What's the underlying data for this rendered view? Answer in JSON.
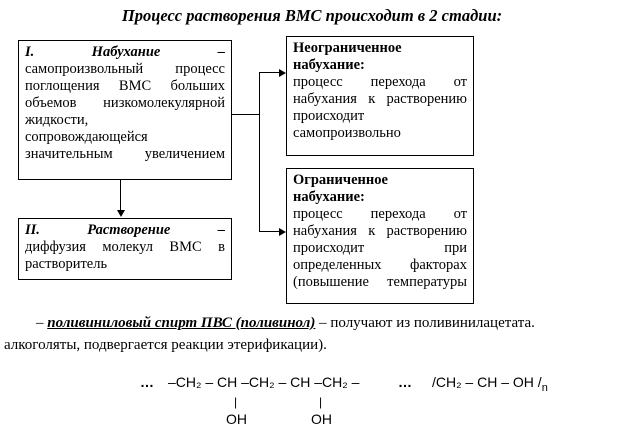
{
  "title": "Процесс растворения ВМС происходит в 2 стадии:",
  "stage1": {
    "heading": "I. Набухание –",
    "lines": [
      "самопроизвольный процесс",
      "поглощения ВМС больших",
      "объемов низкомолекулярной",
      "жидкости,",
      "сопровождающейся",
      "значительным увеличением"
    ]
  },
  "stage2": {
    "heading": "II. Растворение –",
    "lines": [
      "диффузия молекул ВМС в",
      "растворитель"
    ]
  },
  "unlimited": {
    "heading": [
      "Неограниченное",
      "набухание:"
    ],
    "lines": [
      "процесс перехода от",
      "набухания к растворению",
      "происходит",
      "самопроизвольно"
    ]
  },
  "limited": {
    "heading": [
      "Ограниченное",
      "набухание:"
    ],
    "lines": [
      "процесс перехода от",
      "набухания к растворению",
      "происходит при",
      "определенных факторах",
      "(повышение температуры"
    ]
  },
  "paragraph": {
    "dash": "– ",
    "term": "поливиниловый спирт ПВС (поливинол)",
    "rest": " – получают из поливинилацетата.",
    "line2": "алкоголяты, подвергается реакции этерификации)."
  },
  "formula": {
    "ellipsis_left": "…",
    "chain": "–CH₂ – CH –CH₂ – CH –CH₂ –",
    "ellipsis_right": "…",
    "repeat": "/CH₂ – CH – OH /",
    "subscript": "n",
    "bond1": "|",
    "oh1": "OH",
    "bond2": "|",
    "oh2": "OH"
  }
}
